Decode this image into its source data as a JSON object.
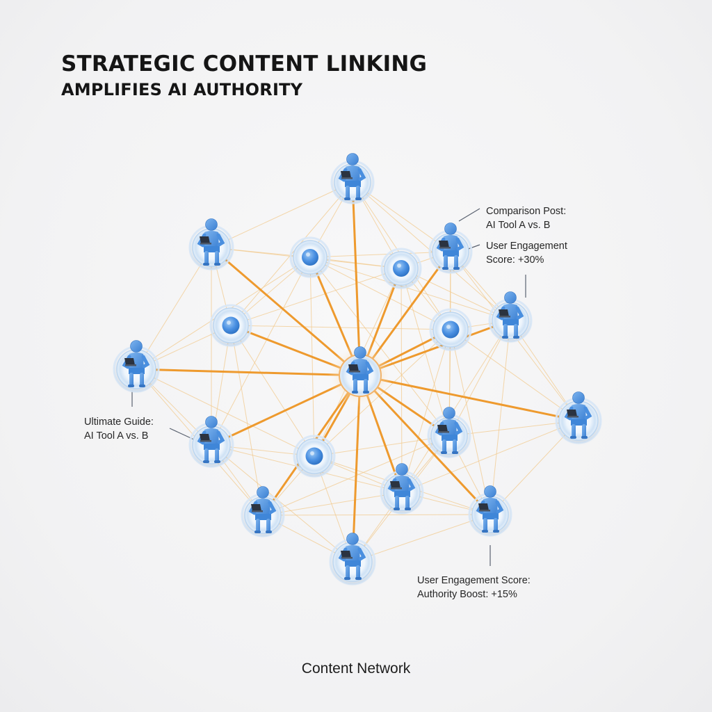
{
  "title": {
    "line1": "STRATEGIC CONTENT LINKING",
    "line2": "AMPLIFIES AI AUTHORITY"
  },
  "callouts": {
    "comparison": {
      "line1": "Comparison Post:",
      "line2": "AI Tool A vs. B"
    },
    "engagement": {
      "line1": "User Engagement",
      "line2": "Score: +30%"
    },
    "ultimate": {
      "line1": "Ultimate Guide:",
      "line2": "AI Tool A vs. B"
    },
    "authority": {
      "line1": "User Engagement Score:",
      "line2": "Authority Boost: +15%"
    }
  },
  "caption": "Content Network",
  "colors": {
    "strong_link": "#ee9a2e",
    "weak_link": "#f2c98e",
    "node_ring": "#bcd6f0",
    "node_core": "#4a90e2",
    "figure": "#4a8fdf",
    "laptop": "#2b3340"
  },
  "icons": {
    "person": "person-with-laptop-icon",
    "node": "content-node-icon"
  }
}
